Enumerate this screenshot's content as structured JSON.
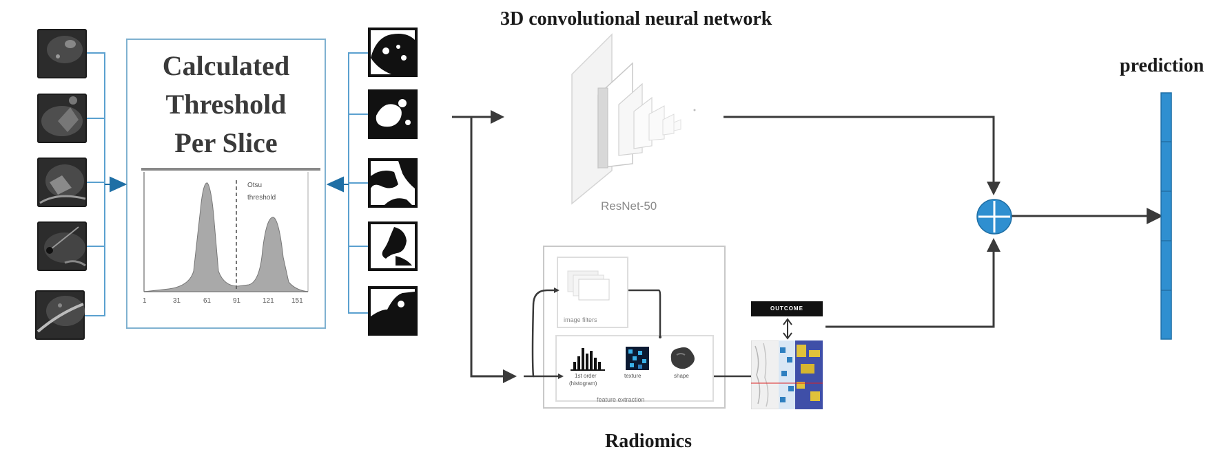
{
  "threshold_box": {
    "title_line1": "Calculated",
    "title_line2": "Threshold",
    "title_line3": "Per Slice",
    "otsu_line1": "Otsu",
    "otsu_line2": "threshold",
    "x_ticks": [
      "1",
      "31",
      "61",
      "91",
      "121",
      "151"
    ]
  },
  "cnn": {
    "title": "3D convolutional neural network",
    "model_label": "ResNet-50"
  },
  "radiomics": {
    "title": "Radiomics",
    "image_filters_label": "image filters",
    "first_order_label_line1": "1st order",
    "first_order_label_line2": "(histogram)",
    "texture_label": "texture",
    "shape_label": "shape",
    "feature_extraction_label": "feature extraction",
    "outcome_label": "OUTCOME"
  },
  "prediction": {
    "title": "prediction"
  },
  "colors": {
    "accent_blue": "#2f8fd0",
    "arrow_dark": "#3a3a3a",
    "box_border": "#7fb1d0"
  }
}
